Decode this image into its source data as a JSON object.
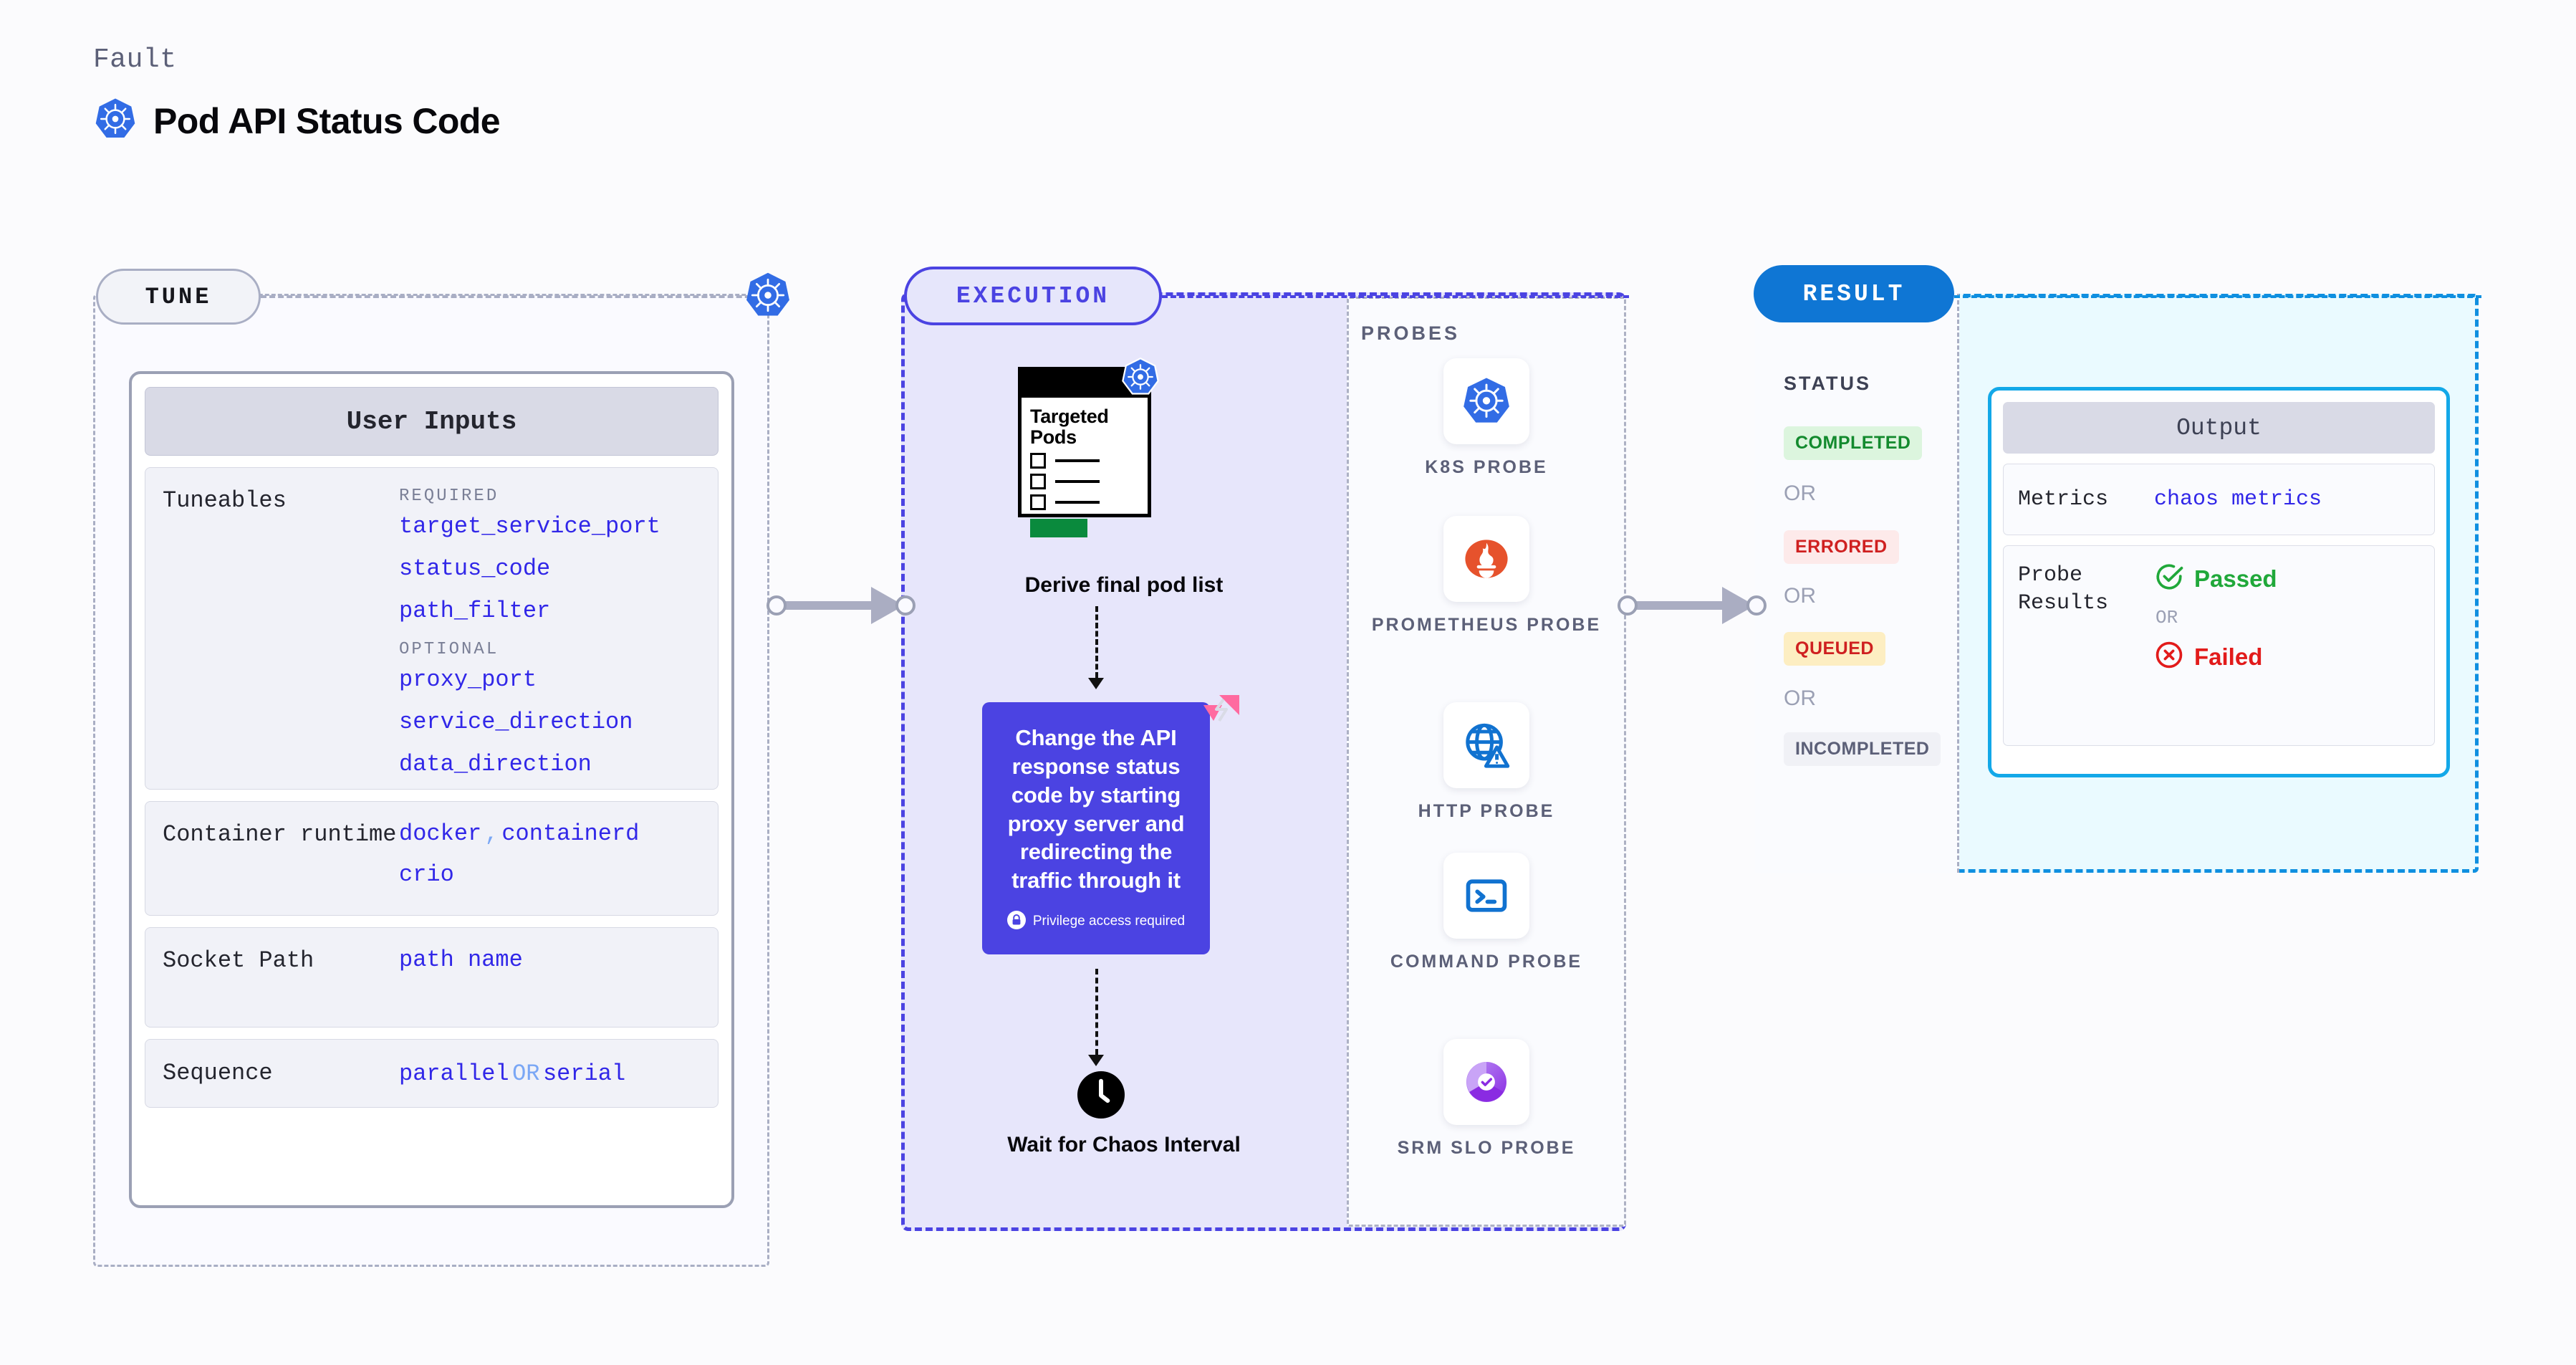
{
  "header": {
    "eyebrow": "Fault",
    "title": "Pod API Status Code",
    "icon": "kubernetes-icon"
  },
  "sections": {
    "tune": {
      "pill_label": "TUNE",
      "badge_icon": "kubernetes-icon"
    },
    "execution": {
      "pill_label": "EXECUTION"
    },
    "result": {
      "pill_label": "RESULT"
    }
  },
  "user_inputs": {
    "heading": "User Inputs",
    "rows": [
      {
        "label": "Tuneables",
        "groups": [
          {
            "tag": "REQUIRED",
            "items": [
              "target_service_port",
              "status_code",
              "path_filter"
            ]
          },
          {
            "tag": "OPTIONAL",
            "items": [
              "proxy_port",
              "service_direction",
              "data_direction"
            ]
          }
        ]
      },
      {
        "label": "Container runtime",
        "values": [
          {
            "parts": [
              {
                "t": "docker",
                "k": "v"
              },
              {
                "t": ",",
                "k": "s"
              },
              {
                "t": "containerd",
                "k": "v"
              }
            ]
          },
          {
            "parts": [
              {
                "t": "crio",
                "k": "v"
              }
            ]
          }
        ]
      },
      {
        "label": "Socket Path",
        "values": [
          {
            "parts": [
              {
                "t": "path name",
                "k": "v"
              }
            ]
          }
        ]
      },
      {
        "label": "Sequence",
        "values": [
          {
            "parts": [
              {
                "t": "parallel",
                "k": "v"
              },
              {
                "t": "OR",
                "k": "s"
              },
              {
                "t": "serial",
                "k": "v"
              }
            ]
          }
        ]
      }
    ]
  },
  "execution": {
    "pod_card": {
      "title": "Targeted Pods",
      "badge_icon": "kubernetes-icon",
      "checkbox_count": 3
    },
    "derive_label": "Derive final pod list",
    "chaos_card": {
      "text": "Change the API response status code by starting proxy server and redirecting the traffic through it",
      "privilege_note": "Privilege access required",
      "privilege_icon": "lock-icon",
      "ribbon_icon": "harness-chaos-ribbon-icon",
      "color": "#4b43e2"
    },
    "wait_label": "Wait for Chaos Interval",
    "wait_icon": "clock-icon"
  },
  "probes": {
    "title": "PROBES",
    "items": [
      {
        "label": "K8S PROBE",
        "icon": "kubernetes-icon"
      },
      {
        "label": "PROMETHEUS PROBE",
        "icon": "prometheus-icon"
      },
      {
        "label": "HTTP PROBE",
        "icon": "globe-warning-icon"
      },
      {
        "label": "COMMAND PROBE",
        "icon": "terminal-icon"
      },
      {
        "label": "SRM SLO PROBE",
        "icon": "srm-slo-icon"
      }
    ]
  },
  "result": {
    "status_title": "STATUS",
    "or_label": "OR",
    "statuses": [
      {
        "label": "COMPLETED",
        "bg": "#dcf5de",
        "fg": "#138a2e"
      },
      {
        "label": "ERRORED",
        "bg": "#fdeaea",
        "fg": "#cf2020"
      },
      {
        "label": "QUEUED",
        "bg": "#fdeec2",
        "fg": "#cf2020"
      },
      {
        "label": "INCOMPLETED",
        "bg": "#f0f1f6",
        "fg": "#5c6078"
      }
    ],
    "output": {
      "heading": "Output",
      "metrics_label": "Metrics",
      "metrics_value": "chaos metrics",
      "probe_results_label": "Probe Results",
      "passed_label": "Passed",
      "passed_icon": "check-circle-icon",
      "failed_label": "Failed",
      "failed_icon": "x-circle-icon",
      "or_label": "OR"
    }
  }
}
